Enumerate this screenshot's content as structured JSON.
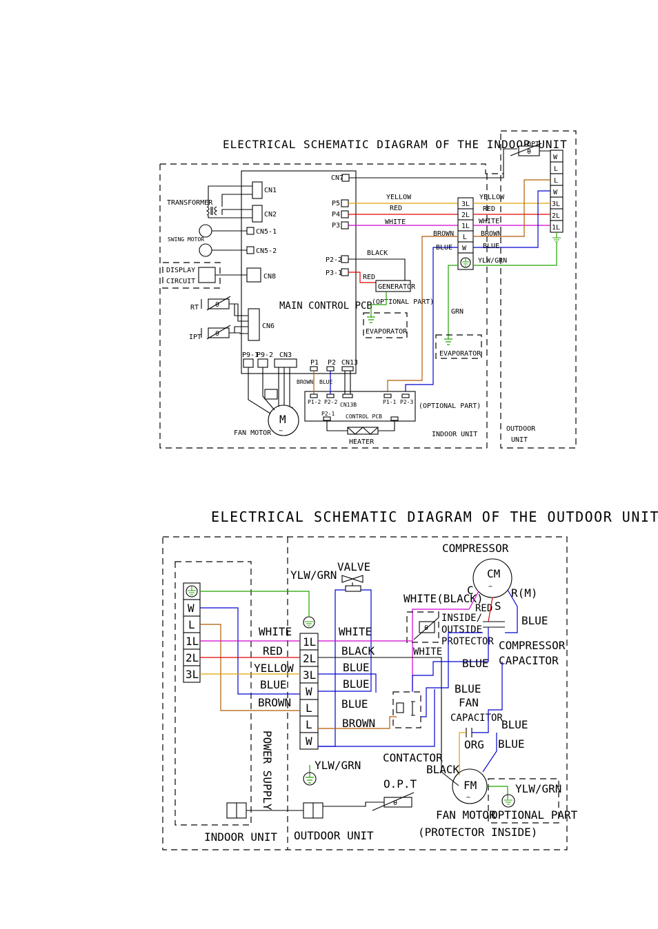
{
  "indoor": {
    "title": "ELECTRICAL SCHEMATIC DIAGRAM OF THE INDOOR UNIT",
    "labels": {
      "transformer": "TRANSFORMER",
      "swing_motor": "SWING MOTOR",
      "display1": "DISPLAY",
      "display2": "CIRCUIT",
      "rt": "RT",
      "ipt": "IPT",
      "main_pcb": "MAIN CONTROL PCB",
      "generator": "GENERATOR",
      "optional_part": "(OPTIONAL PART)",
      "evaporator": "EVAPORATOR",
      "fan_motor": "FAN MOTOR",
      "control_pcb": "CONTROL PCB",
      "heater": "HEATER",
      "indoor_unit": "INDOOR UNIT",
      "outdoor_unit1": "OUTDOOR",
      "outdoor_unit2": "UNIT",
      "opt": "OPT",
      "motor_m": "M",
      "theta": "θ"
    },
    "connectors": {
      "cn1": "CN1",
      "cn2": "CN2",
      "cn5_1": "CN5-1",
      "cn5_2": "CN5-2",
      "cn8": "CN8",
      "cn6": "CN6",
      "cn7": "CN7",
      "cn3": "CN3",
      "cn13": "CN13",
      "cn13b": "CN13B",
      "p5": "P5",
      "p4": "P4",
      "p3": "P3",
      "p2_2": "P2-2",
      "p3_1": "P3-1",
      "p9_1": "P9-1",
      "p9_2": "P9-2",
      "p1": "P1",
      "p2": "P2",
      "p1_2": "P1-2",
      "p2_2b": "P2-2",
      "p1_1": "P1-1",
      "p2_3": "P2-3",
      "p2_1": "P2-1",
      "heater_small": "HEATER"
    },
    "wires": {
      "yellow": "YELLOW",
      "red": "RED",
      "white": "WHITE",
      "black": "BLACK",
      "brown": "BROWN",
      "blue": "BLUE",
      "ylw_grn": "YLW/GRN",
      "grn": "GRN"
    },
    "terminal_left": [
      "3L",
      "2L",
      "1L",
      "L",
      "W"
    ],
    "terminal_right": [
      "W",
      "L",
      "L",
      "W",
      "3L",
      "2L",
      "1L"
    ]
  },
  "outdoor": {
    "title": "ELECTRICAL SCHEMATIC DIAGRAM OF THE OUTDOOR UNIT",
    "labels": {
      "compressor": "COMPRESSOR",
      "cm": "CM",
      "valve": "VALVE",
      "ylw_grn": "YLW/GRN",
      "white_black": "WHITE(BLACK)",
      "c": "C",
      "rm": "R(M)",
      "s": "S",
      "red": "RED",
      "blue": "BLUE",
      "inside": "INSIDE/",
      "outside": "OUTSIDE",
      "protector": "PROTECTOR",
      "white": "WHITE",
      "white2": "WHITE",
      "compressor_cap1": "COMPRESSOR",
      "compressor_cap2": "CAPACITOR",
      "black": "BLACK",
      "yellow": "YELLOW",
      "brown": "BROWN",
      "fan": "FAN",
      "capacitor": "CAPACITOR",
      "org": "ORG",
      "power_supply": "POWER SUPPLY",
      "contactor": "CONTACTOR",
      "fm": "FM",
      "opt": "O.P.T",
      "fan_motor": "FAN MOTOR",
      "protector_inside": "(PROTECTOR INSIDE)",
      "optional_part": "OPTIONAL PART",
      "indoor_unit": "INDOOR UNIT",
      "outdoor_unit": "OUTDOOR UNIT",
      "theta": "θ"
    },
    "terminal_left": [
      "W",
      "L",
      "1L",
      "2L",
      "3L"
    ],
    "terminal_mid": [
      "1L",
      "2L",
      "3L",
      "W",
      "L",
      "L",
      "W"
    ]
  },
  "colors": {
    "yellow": "#e0a000",
    "red": "#e00000",
    "magenta": "#d000d0",
    "blue": "#0000d0",
    "brown": "#b05a00",
    "green": "#20a000",
    "orange": "#f0b000"
  }
}
